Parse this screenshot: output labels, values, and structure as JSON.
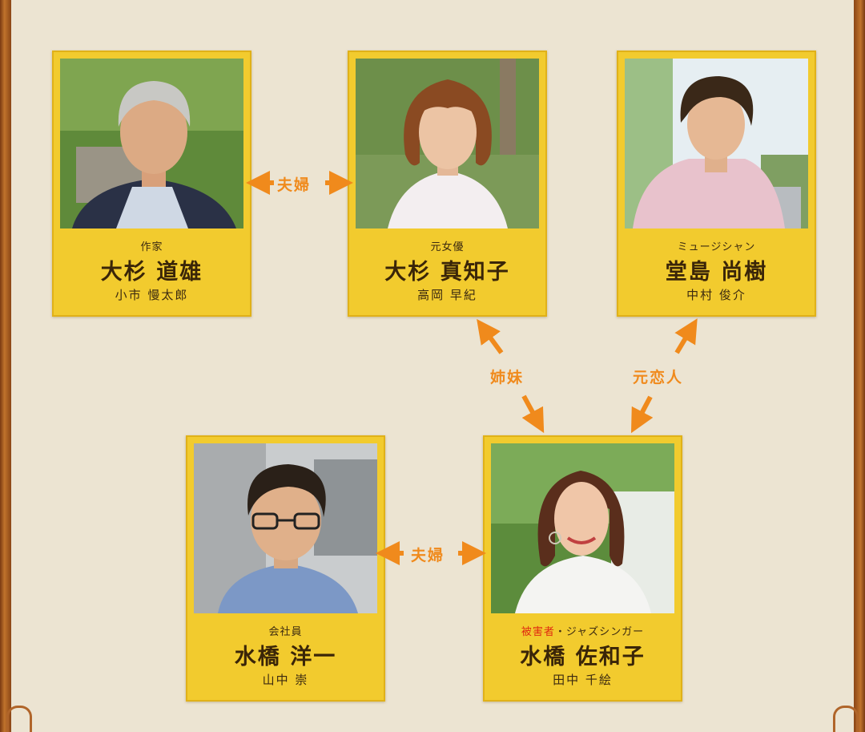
{
  "characters": [
    {
      "id": "michio",
      "role": "作家",
      "name": "大杉 道雄",
      "actor": "小市 慢太郎"
    },
    {
      "id": "machiko",
      "role": "元女優",
      "name": "大杉 真知子",
      "actor": "高岡 早紀"
    },
    {
      "id": "naoki",
      "role": "ミュージシャン",
      "name": "堂島 尚樹",
      "actor": "中村 俊介"
    },
    {
      "id": "yoichi",
      "role": "会社員",
      "name": "水橋 洋一",
      "actor": "山中 崇"
    },
    {
      "id": "sawako",
      "role_victim": "被害者",
      "role_rest": "・ジャズシンガー",
      "name": "水橋 佐和子",
      "actor": "田中 千絵"
    }
  ],
  "relations": {
    "top_couple": "夫婦",
    "sisters": "姉妹",
    "ex_lovers": "元恋人",
    "bottom_couple": "夫婦"
  },
  "colors": {
    "card": "#f2cb2e",
    "arrow": "#f08a1c",
    "victim_label": "#e02a10",
    "background": "#ece4d2"
  }
}
